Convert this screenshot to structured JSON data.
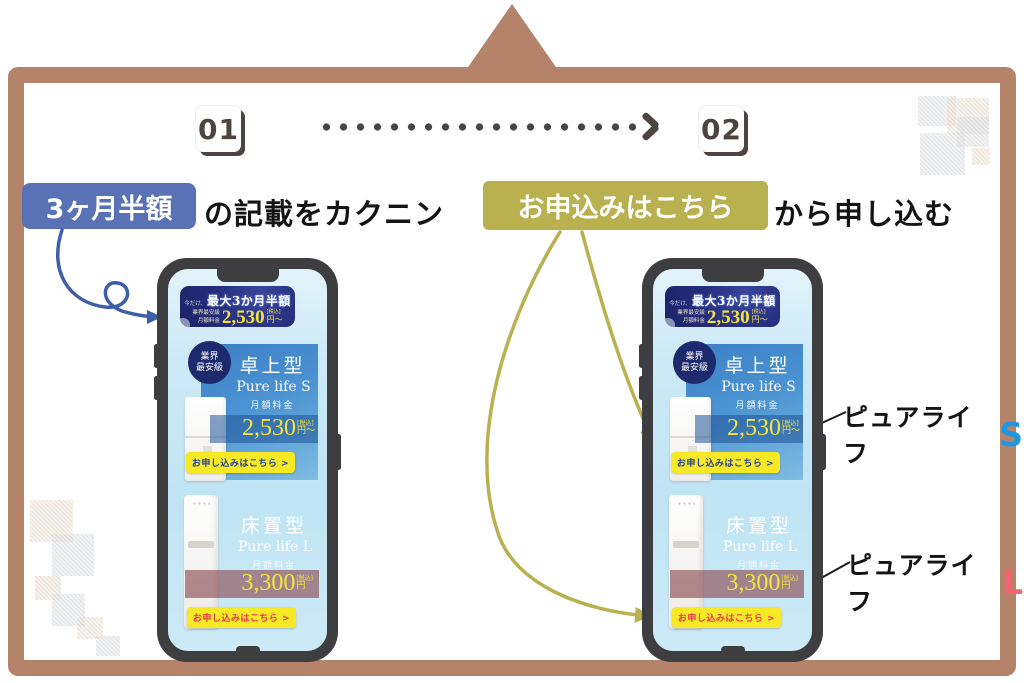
{
  "steps": {
    "step1_number": "01",
    "step2_number": "02"
  },
  "callouts": {
    "step1": {
      "highlight": "3ヶ月半額",
      "rest": "の記載をカクニン"
    },
    "step2": {
      "highlight": "お申込みはこちら",
      "rest": "から申し込む"
    }
  },
  "annotations": {
    "s": {
      "text": "ピュアライフ",
      "letter": "S",
      "letter_color": "#2196e0"
    },
    "l": {
      "text": "ピュアライフ",
      "letter": "L",
      "letter_color": "#f56270"
    }
  },
  "phone": {
    "banner": {
      "prefix": "今だけ、",
      "title": "最大3か月半額",
      "sub1": "業界最安級",
      "sub2": "月額料金",
      "price": "2,530",
      "tax": "[税込]",
      "unit": "円〜"
    },
    "products": [
      {
        "badge1": "業界",
        "badge2": "最安級",
        "type": "卓上型",
        "name": "Pure life S",
        "fee_label": "月額料金",
        "price": "2,530",
        "tax": "[税込]",
        "unit": "円〜",
        "button": "お申し込みはこちら >"
      },
      {
        "type": "床置型",
        "name": "Pure life L",
        "fee_label": "月額料金",
        "price": "3,300",
        "tax": "[税込]",
        "unit": "円",
        "button": "お申し込みはこちら >"
      }
    ]
  },
  "colors": {
    "frame": "#b5826a",
    "step1_highlight_bg": "#5872b5",
    "step2_highlight_bg": "#b9b050",
    "banner_bg": "#232c7c",
    "price_yellow": "#f3e23d",
    "button_yellow": "#f8e926",
    "card_blue": "#4b93d2",
    "card_red": "#f36a7d"
  }
}
